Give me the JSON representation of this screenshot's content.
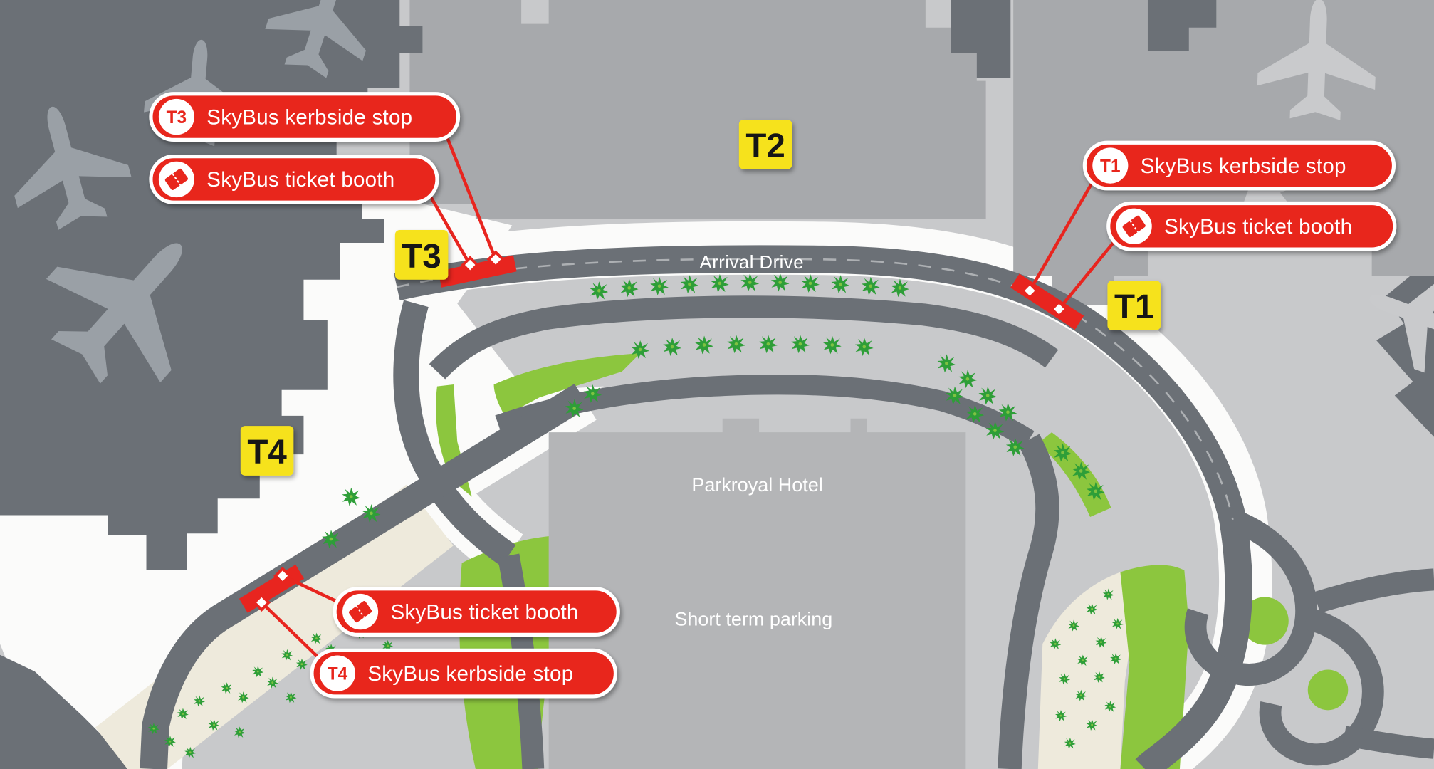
{
  "map": {
    "road_label": "Arrival Drive",
    "hotel_label": "Parkroyal Hotel",
    "parking_label": "Short term parking",
    "terminals": {
      "t1": "T1",
      "t2": "T2",
      "t3": "T3",
      "t4": "T4"
    },
    "callouts": {
      "t3_kerbside": {
        "badge": "T3",
        "label": "SkyBus kerbside stop"
      },
      "t3_booth": {
        "label": "SkyBus ticket booth"
      },
      "t1_kerbside": {
        "badge": "T1",
        "label": "SkyBus kerbside stop"
      },
      "t1_booth": {
        "label": "SkyBus ticket booth"
      },
      "t4_booth": {
        "label": "SkyBus ticket booth"
      },
      "t4_kerbside": {
        "badge": "T4",
        "label": "SkyBus kerbside stop"
      }
    },
    "icons": {
      "ticket_booth": "ticket-icon",
      "plane": "airplane-icon"
    },
    "colors": {
      "accent_red": "#e8251f",
      "label_yellow": "#f6e21c",
      "green": "#8cc63e",
      "terminal_dark": "#6b7076",
      "terminal_medium": "#a7a9ac",
      "background": "#c8c9cb"
    }
  }
}
